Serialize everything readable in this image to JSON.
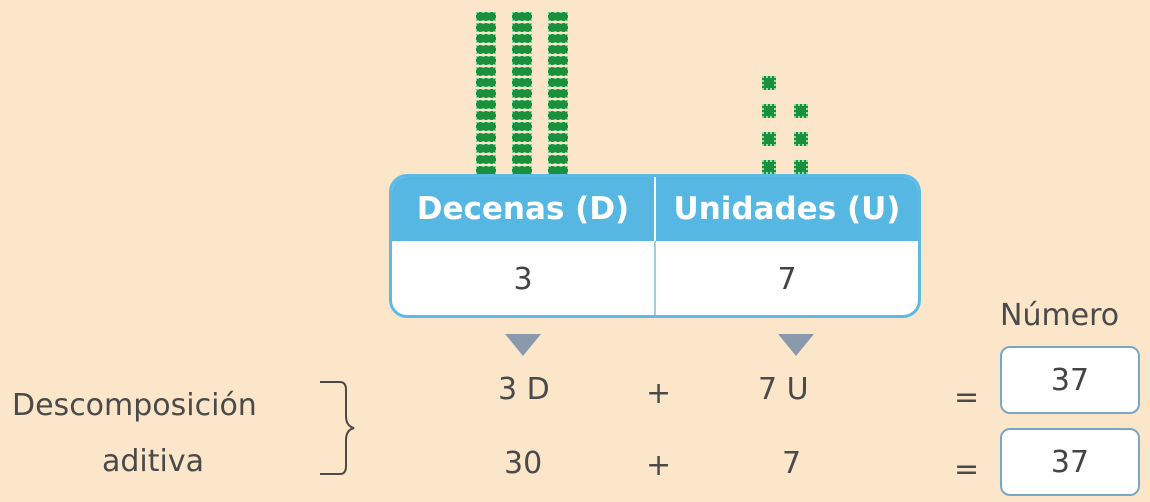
{
  "table": {
    "header_tens": "Decenas (D)",
    "header_units": "Unidades (U)",
    "value_tens": "3",
    "value_units": "7"
  },
  "number_label": "Número",
  "decomposition": {
    "label_line1": "Descomposición",
    "label_line2": "aditiva",
    "row1": {
      "tens": "3 D",
      "plus": "+",
      "units": "7 U",
      "equals": "=",
      "result": "37"
    },
    "row2": {
      "tens": "30",
      "plus": "+",
      "units": "7",
      "equals": "=",
      "result": "37"
    }
  },
  "blocks": {
    "tens_rods": 3,
    "unit_cubes": 7
  },
  "colors": {
    "background": "#fce6c9",
    "header": "#57b7e3",
    "block": "#1a8f3c",
    "arrow": "#8a9aac"
  }
}
